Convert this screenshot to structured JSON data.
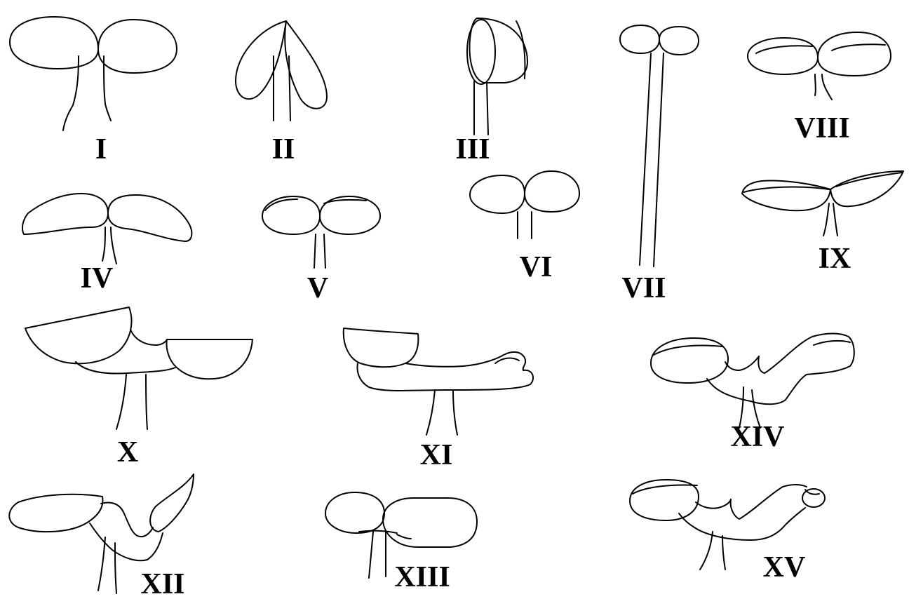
{
  "figure": {
    "labels": [
      "I",
      "II",
      "III",
      "IV",
      "V",
      "VI",
      "VII",
      "VIII",
      "IX",
      "X",
      "XI",
      "XII",
      "XIII",
      "XIV",
      "XV"
    ],
    "stroke_color": "#000000",
    "background_color": "#ffffff"
  }
}
